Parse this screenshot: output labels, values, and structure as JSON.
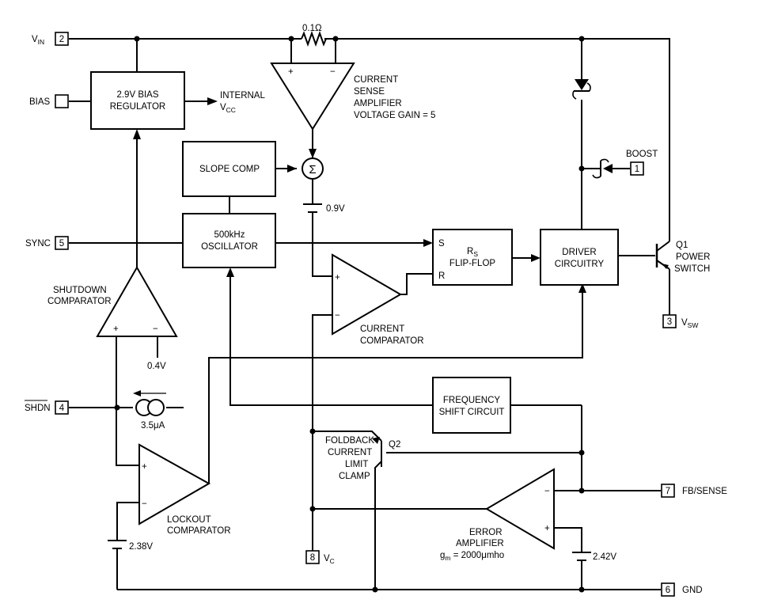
{
  "pins": {
    "vin": {
      "num": "2",
      "label": "V",
      "sub": "IN"
    },
    "bias": {
      "num": "",
      "label": "BIAS"
    },
    "sync": {
      "num": "5",
      "label": "SYNC"
    },
    "shdn": {
      "num": "4",
      "label": "SHDN"
    },
    "vc": {
      "num": "8",
      "label": "V",
      "sub": "C"
    },
    "boost": {
      "num": "1",
      "label": "BOOST"
    },
    "vsw": {
      "num": "3",
      "label": "V",
      "sub": "SW"
    },
    "fb": {
      "num": "7",
      "label": "FB/SENSE"
    },
    "gnd": {
      "num": "6",
      "label": "GND"
    }
  },
  "blocks": {
    "bias_reg": [
      "2.9V BIAS",
      "REGULATOR"
    ],
    "slope_comp": "SLOPE COMP",
    "oscillator": [
      "500kHz",
      "OSCILLATOR"
    ],
    "flipflop": {
      "title": "R",
      "title_sub": "S",
      "line2": "FLIP-FLOP",
      "s": "S",
      "r": "R"
    },
    "driver": [
      "DRIVER",
      "CIRCUITRY"
    ],
    "freq_shift": [
      "FREQUENCY",
      "SHIFT CIRCUIT"
    ]
  },
  "labels": {
    "internal_vcc": [
      "INTERNAL",
      "V",
      "CC"
    ],
    "sense_resistor": "0.1Ω",
    "csa": [
      "CURRENT",
      "SENSE",
      "AMPLIFIER",
      "VOLTAGE GAIN = 5"
    ],
    "sigma": "Σ",
    "offset": "0.9V",
    "shutdown_comp": [
      "SHUTDOWN",
      "COMPARATOR"
    ],
    "shdn_ref": "0.4V",
    "current_source": "3.5μA",
    "current_comp": [
      "CURRENT",
      "COMPARATOR"
    ],
    "foldback": [
      "FOLDBACK",
      "CURRENT",
      "LIMIT",
      "CLAMP"
    ],
    "q2": "Q2",
    "q1": [
      "Q1",
      "POWER",
      "SWITCH"
    ],
    "lockout": [
      "LOCKOUT",
      "COMPARATOR"
    ],
    "lockout_ref": "2.38V",
    "error_amp": [
      "ERROR",
      "AMPLIFIER",
      "g",
      "m",
      " = 2000μmho"
    ],
    "ea_ref": "2.42V",
    "plus": "+",
    "minus": "−"
  }
}
